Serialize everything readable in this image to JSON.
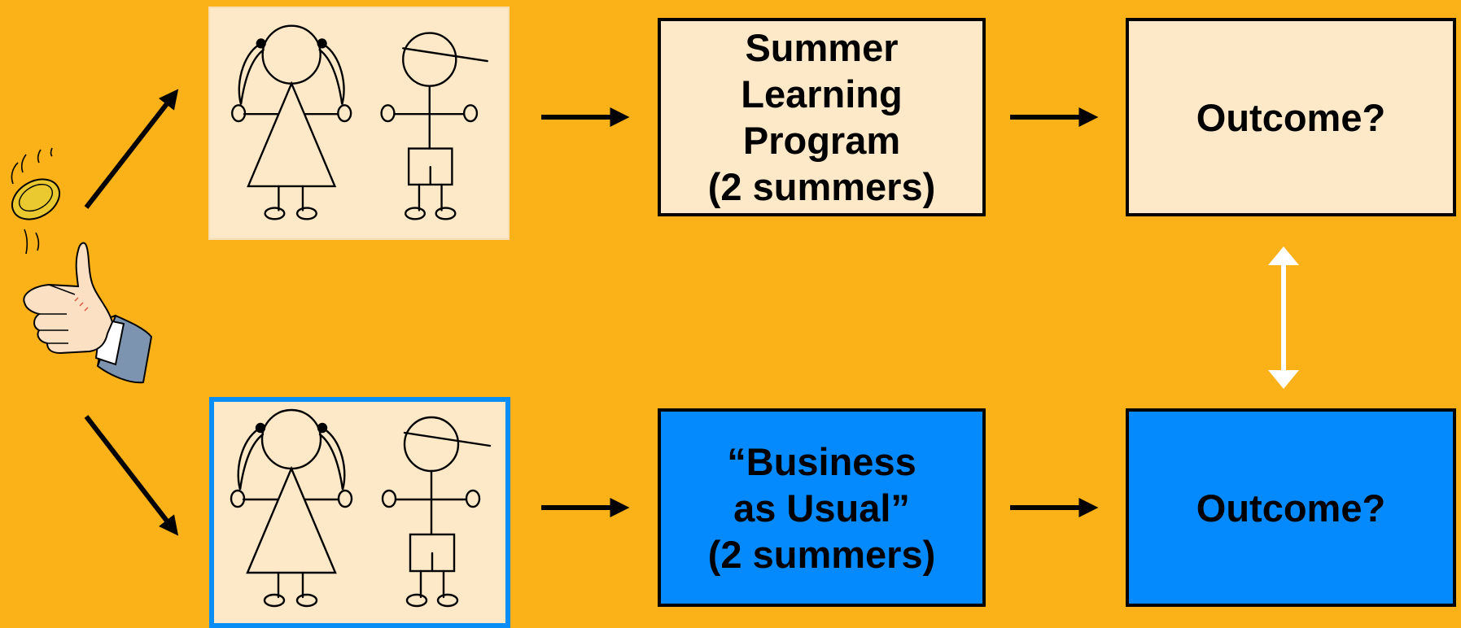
{
  "treatment": {
    "program_lines": [
      "Summer",
      "Learning",
      "Program",
      "(2 summers)"
    ],
    "outcome": "Outcome?"
  },
  "control": {
    "program_lines": [
      "“Business",
      "as Usual”",
      "(2 summers)"
    ],
    "outcome": "Outcome?"
  },
  "colors": {
    "background": "#FBB118",
    "cream": "#FDE8C8",
    "blue": "#058AFD",
    "compare_arrow": "#FFFFFF"
  },
  "icons": [
    "coin-flip-hand-icon",
    "girl-icon",
    "boy-icon"
  ]
}
